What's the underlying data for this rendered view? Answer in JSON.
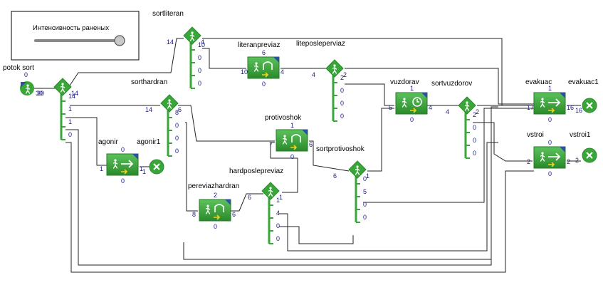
{
  "slider": {
    "label": "Интенсивность раненых",
    "value": 1.0
  },
  "blocks": {
    "potok_sort": {
      "label": "potok sort",
      "count": "0",
      "out": "30"
    },
    "sort": {
      "label": "",
      "in": "30",
      "out0": "14",
      "exits": [
        "14",
        "1",
        "1",
        "0"
      ]
    },
    "sortliteran": {
      "label": "sortliteran",
      "in": "14",
      "out0": "4",
      "exits": [
        "10",
        "0",
        "0",
        "0"
      ]
    },
    "literanpreviaz": {
      "label": "literanpreviaz",
      "top": "6",
      "in": "10",
      "out": "4",
      "bottom": "0"
    },
    "liteposleperviaz": {
      "label": "liteposleperviaz",
      "in": "4",
      "out0": "2",
      "exits": [
        "2",
        "0",
        "0",
        "0"
      ]
    },
    "sorthardran": {
      "label": "sorthardran",
      "in": "14",
      "out0": "6",
      "exits": [
        "8",
        "0",
        "0",
        "0"
      ]
    },
    "agonir": {
      "label": "agonir",
      "top": "0",
      "in": "1",
      "out": "1",
      "bottom": "0"
    },
    "agonir1": {
      "label": "agonir1",
      "in": "1"
    },
    "protivoshok": {
      "label": "protivoshok",
      "top": "1",
      "in": "7",
      "out": "6",
      "bottom": "0"
    },
    "sortprotivoshok": {
      "label": "sortprotivoshok",
      "in": "6",
      "out0": "1",
      "exits": [
        "0",
        "5",
        "0",
        "0"
      ]
    },
    "pereviazhardran": {
      "label": "pereviazhardran",
      "top": "2",
      "in": "8",
      "out": "6",
      "bottom": "0"
    },
    "hardposlepreviaz": {
      "label": "hardposlepreviaz",
      "in": "6",
      "out0": "1",
      "exits": [
        "1",
        "4",
        "0",
        "0"
      ]
    },
    "vuzdorav": {
      "label": "vuzdorav",
      "top": "1",
      "in": "5",
      "out": "4",
      "bottom": "0"
    },
    "sortvuzdorov": {
      "label": "sortvuzdorov",
      "in": "4",
      "out0": "2",
      "exits": [
        "2",
        "0",
        "0",
        "0"
      ]
    },
    "evakuac": {
      "label": "evakuac",
      "top": "1",
      "in": "17",
      "out": "16",
      "bottom": "0"
    },
    "evakuac1": {
      "label": "evakuac1",
      "in": "16"
    },
    "vstroi": {
      "label": "vstroi",
      "top": "0",
      "in": "2",
      "out": "2",
      "bottom": "0"
    },
    "vstroi1": {
      "label": "vstroi1",
      "in": "2"
    }
  },
  "colors": {
    "block_green": "#3aa63a",
    "block_green_dark": "#2a8a2a",
    "diamond": "#3aa63a",
    "corner_blue": "#2e4fa8",
    "sink": "#3aa63a",
    "arrow_yellow": "#f2d21a",
    "slider_track": "#888888",
    "slider_knob": "#c8c8c8"
  }
}
